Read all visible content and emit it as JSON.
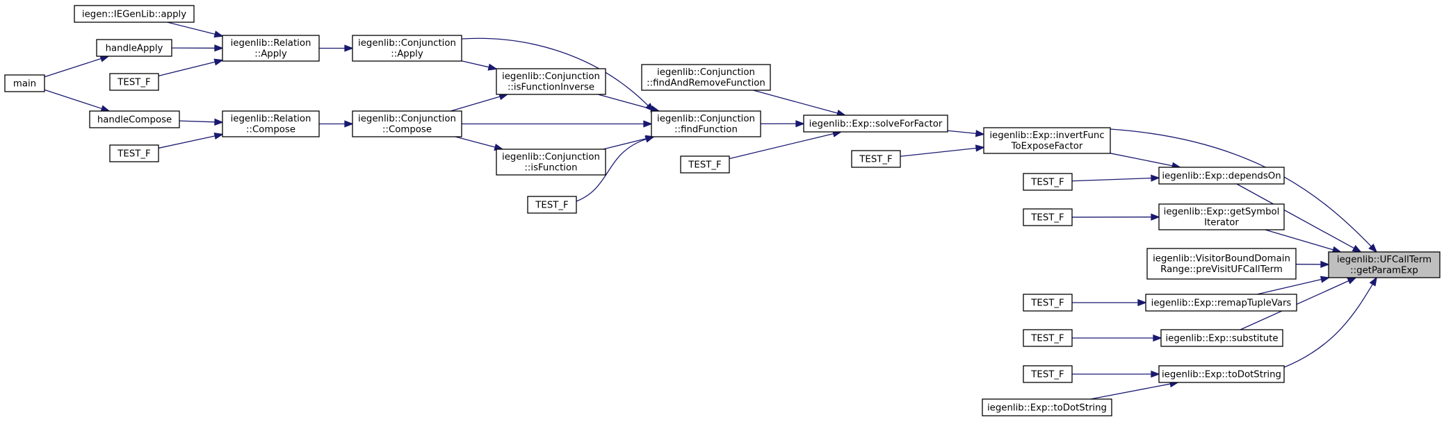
{
  "graph": {
    "nodes": [
      {
        "id": "root",
        "lines": [
          "iegenlib::UFCallTerm",
          "::getParamExp"
        ],
        "highlight": true
      },
      {
        "id": "main",
        "lines": [
          "main"
        ]
      },
      {
        "id": "iegen_apply",
        "lines": [
          "iegen::IEGenLib::apply"
        ]
      },
      {
        "id": "handleApply",
        "lines": [
          "handleApply"
        ]
      },
      {
        "id": "testf_a",
        "lines": [
          "TEST_F"
        ]
      },
      {
        "id": "handleCompose",
        "lines": [
          "handleCompose"
        ]
      },
      {
        "id": "testf_b",
        "lines": [
          "TEST_F"
        ]
      },
      {
        "id": "rel_apply",
        "lines": [
          "iegenlib::Relation",
          "::Apply"
        ]
      },
      {
        "id": "rel_compose",
        "lines": [
          "iegenlib::Relation",
          "::Compose"
        ]
      },
      {
        "id": "conj_apply",
        "lines": [
          "iegenlib::Conjunction",
          "::Apply"
        ]
      },
      {
        "id": "conj_compose",
        "lines": [
          "iegenlib::Conjunction",
          "::Compose"
        ]
      },
      {
        "id": "conj_isfi",
        "lines": [
          "iegenlib::Conjunction",
          "::isFunctionInverse"
        ]
      },
      {
        "id": "conj_isf",
        "lines": [
          "iegenlib::Conjunction",
          "::isFunction"
        ]
      },
      {
        "id": "testf_c",
        "lines": [
          "TEST_F"
        ]
      },
      {
        "id": "conj_farf",
        "lines": [
          "iegenlib::Conjunction",
          "::findAndRemoveFunction"
        ]
      },
      {
        "id": "conj_ff",
        "lines": [
          "iegenlib::Conjunction",
          "::findFunction"
        ]
      },
      {
        "id": "testf_d",
        "lines": [
          "TEST_F"
        ]
      },
      {
        "id": "exp_sff",
        "lines": [
          "iegenlib::Exp::solveForFactor"
        ]
      },
      {
        "id": "testf_e",
        "lines": [
          "TEST_F"
        ]
      },
      {
        "id": "exp_ifef",
        "lines": [
          "iegenlib::Exp::invertFunc",
          "ToExposeFactor"
        ]
      },
      {
        "id": "testf_f",
        "lines": [
          "TEST_F"
        ]
      },
      {
        "id": "exp_dependson",
        "lines": [
          "iegenlib::Exp::dependsOn"
        ]
      },
      {
        "id": "testf_g",
        "lines": [
          "TEST_F"
        ]
      },
      {
        "id": "exp_gsi",
        "lines": [
          "iegenlib::Exp::getSymbol",
          "Iterator"
        ]
      },
      {
        "id": "vbdr",
        "lines": [
          "iegenlib::VisitorBoundDomain",
          "Range::preVisitUFCallTerm"
        ]
      },
      {
        "id": "testf_h",
        "lines": [
          "TEST_F"
        ]
      },
      {
        "id": "exp_rtv",
        "lines": [
          "iegenlib::Exp::remapTupleVars"
        ]
      },
      {
        "id": "testf_i",
        "lines": [
          "TEST_F"
        ]
      },
      {
        "id": "exp_subst",
        "lines": [
          "iegenlib::Exp::substitute"
        ]
      },
      {
        "id": "testf_j",
        "lines": [
          "TEST_F"
        ]
      },
      {
        "id": "exp_tds",
        "lines": [
          "iegenlib::Exp::toDotString"
        ]
      },
      {
        "id": "exp_tds2",
        "lines": [
          "iegenlib::Exp::toDotString"
        ]
      }
    ],
    "edges": [
      [
        "main",
        "handleApply"
      ],
      [
        "main",
        "handleCompose"
      ],
      [
        "iegen_apply",
        "rel_apply"
      ],
      [
        "handleApply",
        "rel_apply"
      ],
      [
        "testf_a",
        "rel_apply"
      ],
      [
        "handleCompose",
        "rel_compose"
      ],
      [
        "testf_b",
        "rel_compose"
      ],
      [
        "rel_apply",
        "conj_apply"
      ],
      [
        "rel_compose",
        "conj_compose"
      ],
      [
        "conj_apply",
        "conj_ff"
      ],
      [
        "conj_apply",
        "conj_isfi"
      ],
      [
        "conj_compose",
        "conj_isfi"
      ],
      [
        "conj_compose",
        "conj_ff"
      ],
      [
        "conj_compose",
        "conj_isf"
      ],
      [
        "conj_isfi",
        "conj_ff"
      ],
      [
        "conj_isf",
        "conj_ff"
      ],
      [
        "testf_c",
        "conj_ff"
      ],
      [
        "conj_farf",
        "exp_sff"
      ],
      [
        "conj_ff",
        "exp_sff"
      ],
      [
        "testf_d",
        "exp_sff"
      ],
      [
        "exp_sff",
        "exp_ifef"
      ],
      [
        "testf_e",
        "exp_ifef"
      ],
      [
        "exp_ifef",
        "root"
      ],
      [
        "exp_ifef",
        "exp_dependson"
      ],
      [
        "testf_f",
        "exp_dependson"
      ],
      [
        "exp_dependson",
        "root"
      ],
      [
        "testf_g",
        "exp_gsi"
      ],
      [
        "exp_gsi",
        "root"
      ],
      [
        "vbdr",
        "root"
      ],
      [
        "testf_h",
        "exp_rtv"
      ],
      [
        "exp_rtv",
        "root"
      ],
      [
        "testf_i",
        "exp_subst"
      ],
      [
        "exp_subst",
        "root"
      ],
      [
        "testf_j",
        "exp_tds"
      ],
      [
        "exp_tds2",
        "exp_tds"
      ],
      [
        "exp_tds",
        "root"
      ]
    ]
  }
}
